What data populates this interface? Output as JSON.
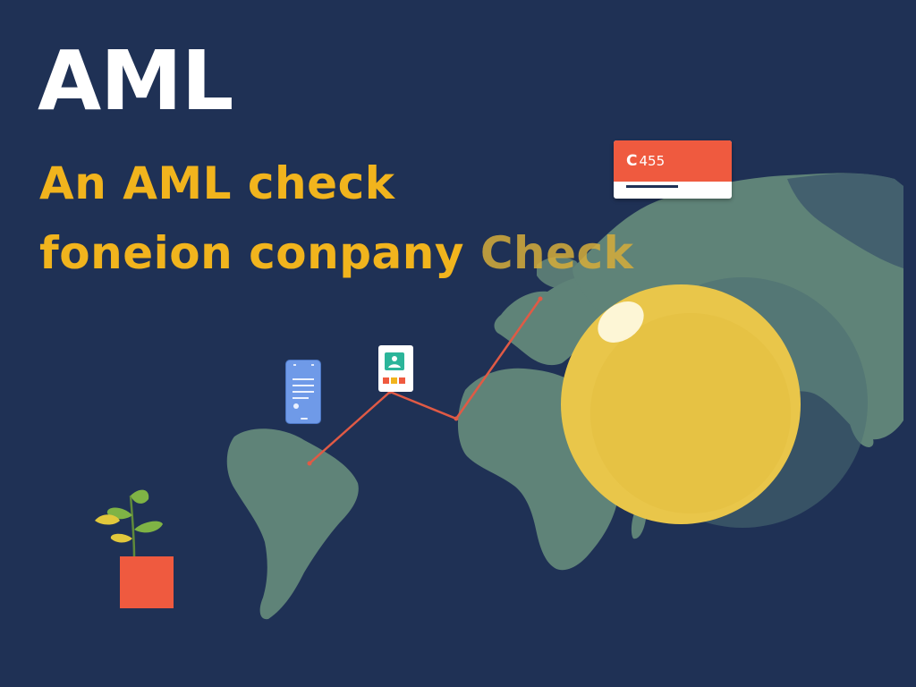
{
  "title": "AML",
  "subtitle": {
    "line1": "An AML check",
    "line2_main": "foneion conpany ",
    "line2_faded": "Check"
  },
  "card": {
    "logo": "C",
    "code": "455"
  },
  "colors": {
    "background": "#1f3155",
    "land": "#5f8378",
    "title": "#ffffff",
    "subtitle": "#f1b41d",
    "accent": "#ef5a3f",
    "coin": "#e9c64a",
    "phone": "#6f9ae8",
    "leaf": "#7fb345"
  },
  "icons": {
    "card": "bank-card-icon",
    "phone": "mobile-phone-icon",
    "document": "id-document-icon",
    "coin": "gold-coin-icon",
    "plant": "potted-plant-icon",
    "route": "transfer-route-icon"
  }
}
